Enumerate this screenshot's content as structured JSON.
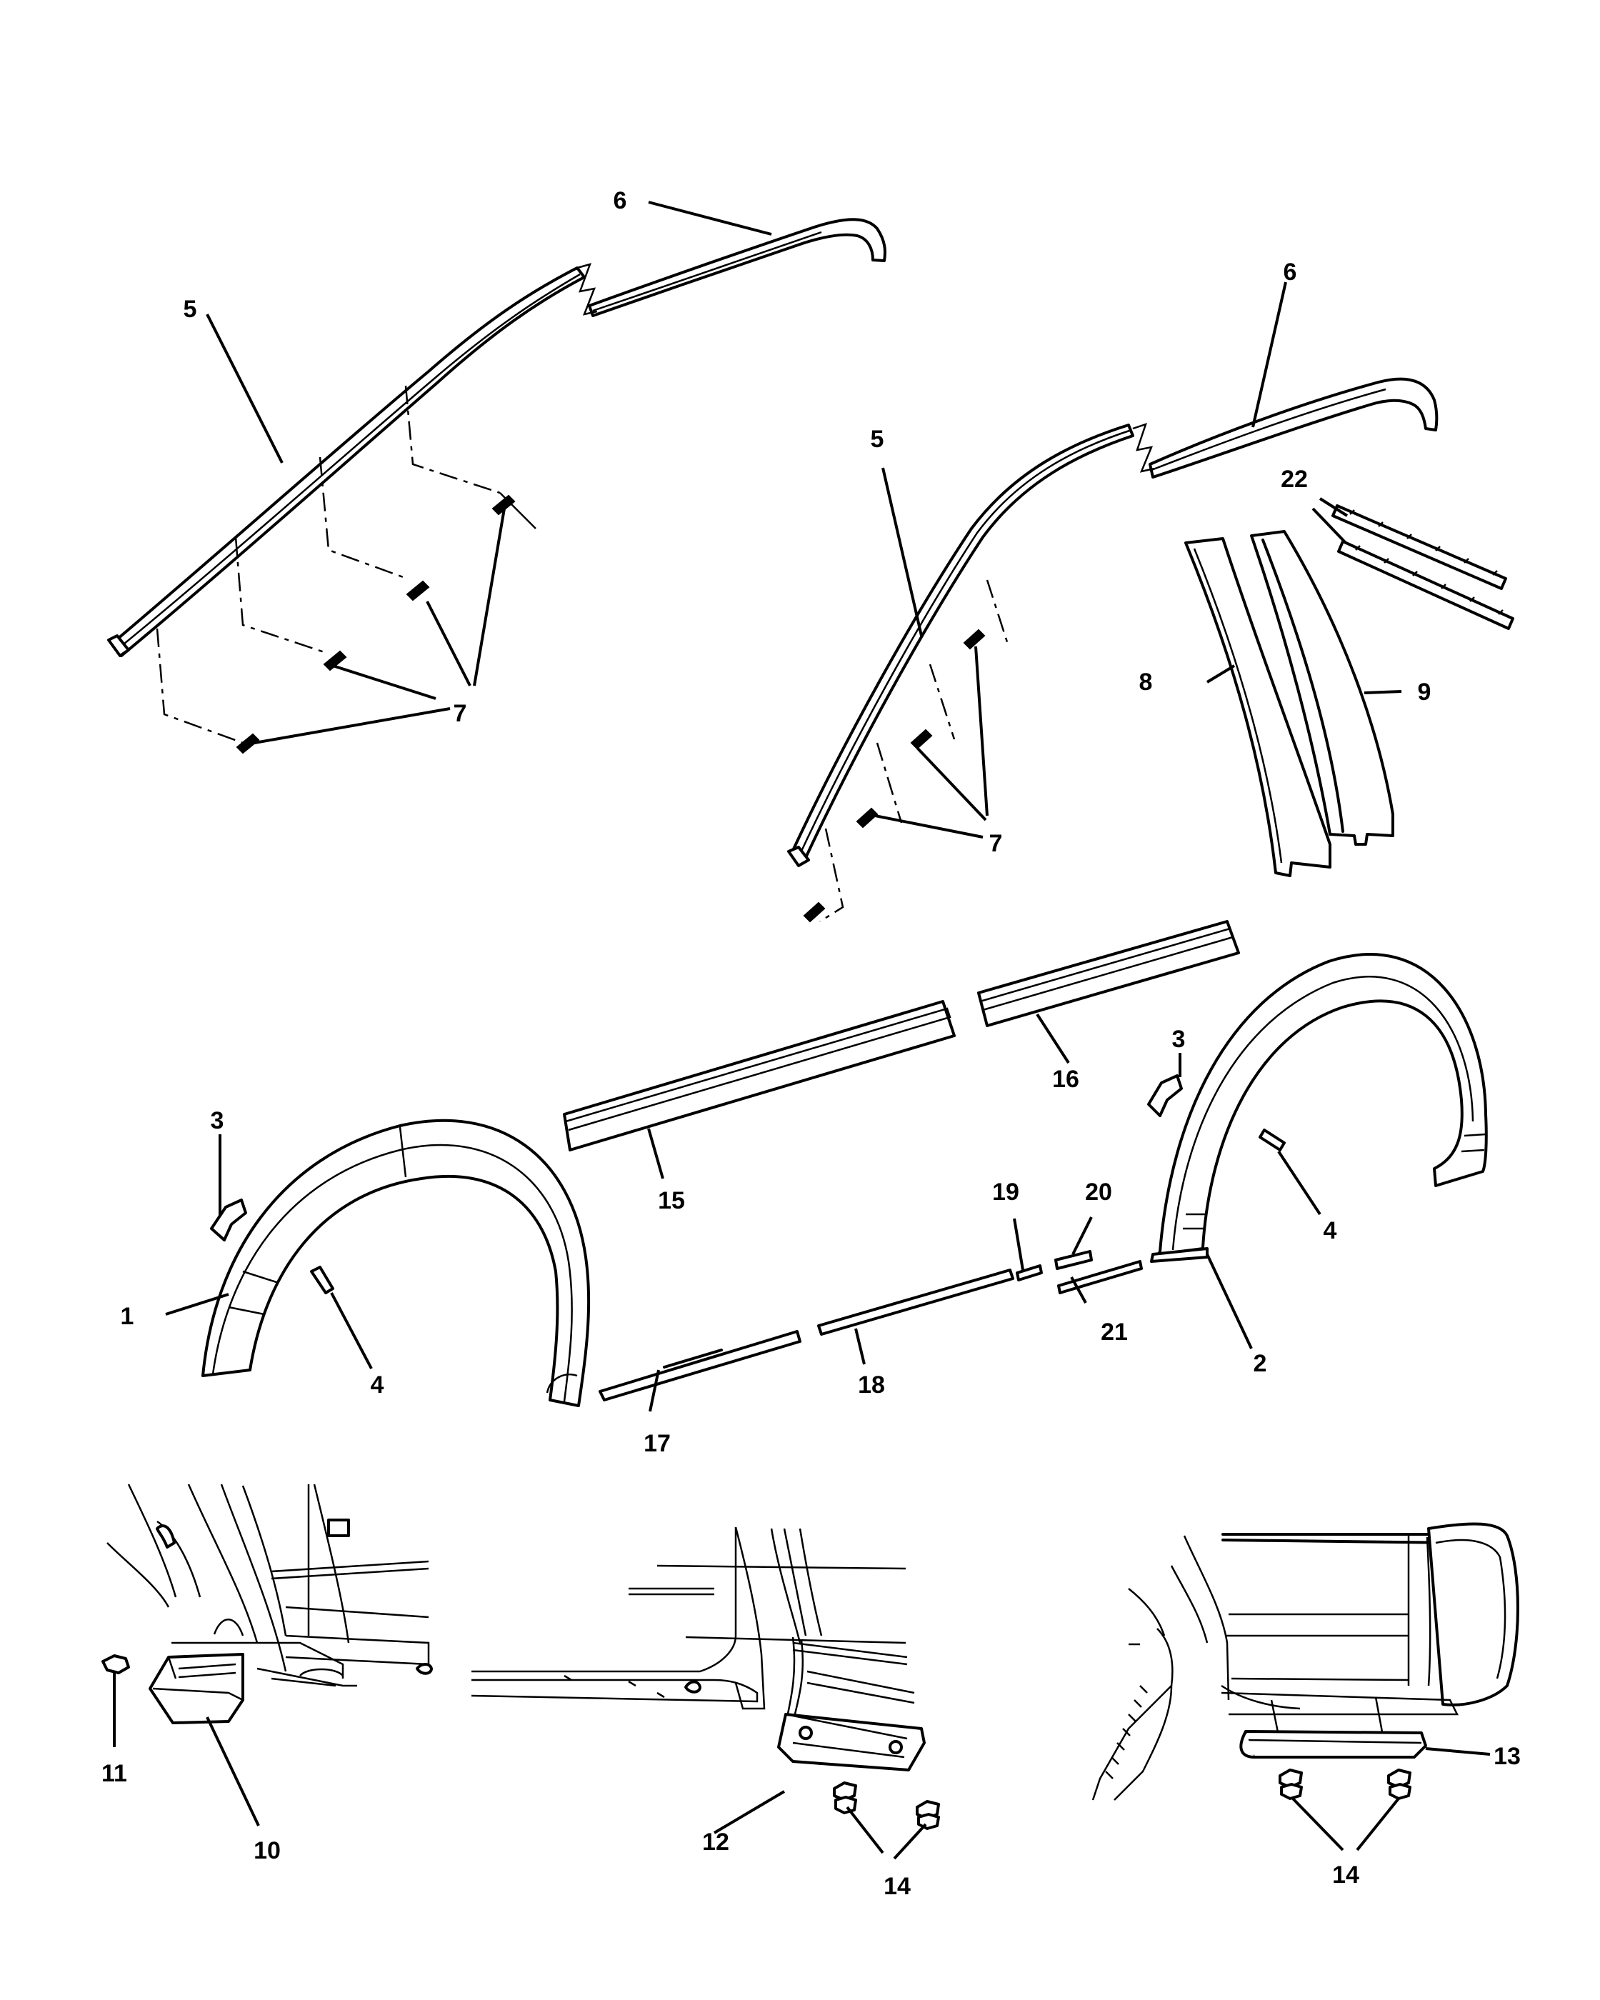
{
  "callouts": [
    {
      "id": "c1",
      "label": "1"
    },
    {
      "id": "c2",
      "label": "2"
    },
    {
      "id": "c3a",
      "label": "3"
    },
    {
      "id": "c3b",
      "label": "3"
    },
    {
      "id": "c4a",
      "label": "4"
    },
    {
      "id": "c4b",
      "label": "4"
    },
    {
      "id": "c5a",
      "label": "5"
    },
    {
      "id": "c5b",
      "label": "5"
    },
    {
      "id": "c6a",
      "label": "6"
    },
    {
      "id": "c6b",
      "label": "6"
    },
    {
      "id": "c7a",
      "label": "7"
    },
    {
      "id": "c7b",
      "label": "7"
    },
    {
      "id": "c8",
      "label": "8"
    },
    {
      "id": "c9",
      "label": "9"
    },
    {
      "id": "c10",
      "label": "10"
    },
    {
      "id": "c11",
      "label": "11"
    },
    {
      "id": "c12",
      "label": "12"
    },
    {
      "id": "c13",
      "label": "13"
    },
    {
      "id": "c14a",
      "label": "14"
    },
    {
      "id": "c14b",
      "label": "14"
    },
    {
      "id": "c15",
      "label": "15"
    },
    {
      "id": "c16",
      "label": "16"
    },
    {
      "id": "c17",
      "label": "17"
    },
    {
      "id": "c18",
      "label": "18"
    },
    {
      "id": "c19",
      "label": "19"
    },
    {
      "id": "c20",
      "label": "20"
    },
    {
      "id": "c21",
      "label": "21"
    },
    {
      "id": "c22",
      "label": "22"
    }
  ]
}
